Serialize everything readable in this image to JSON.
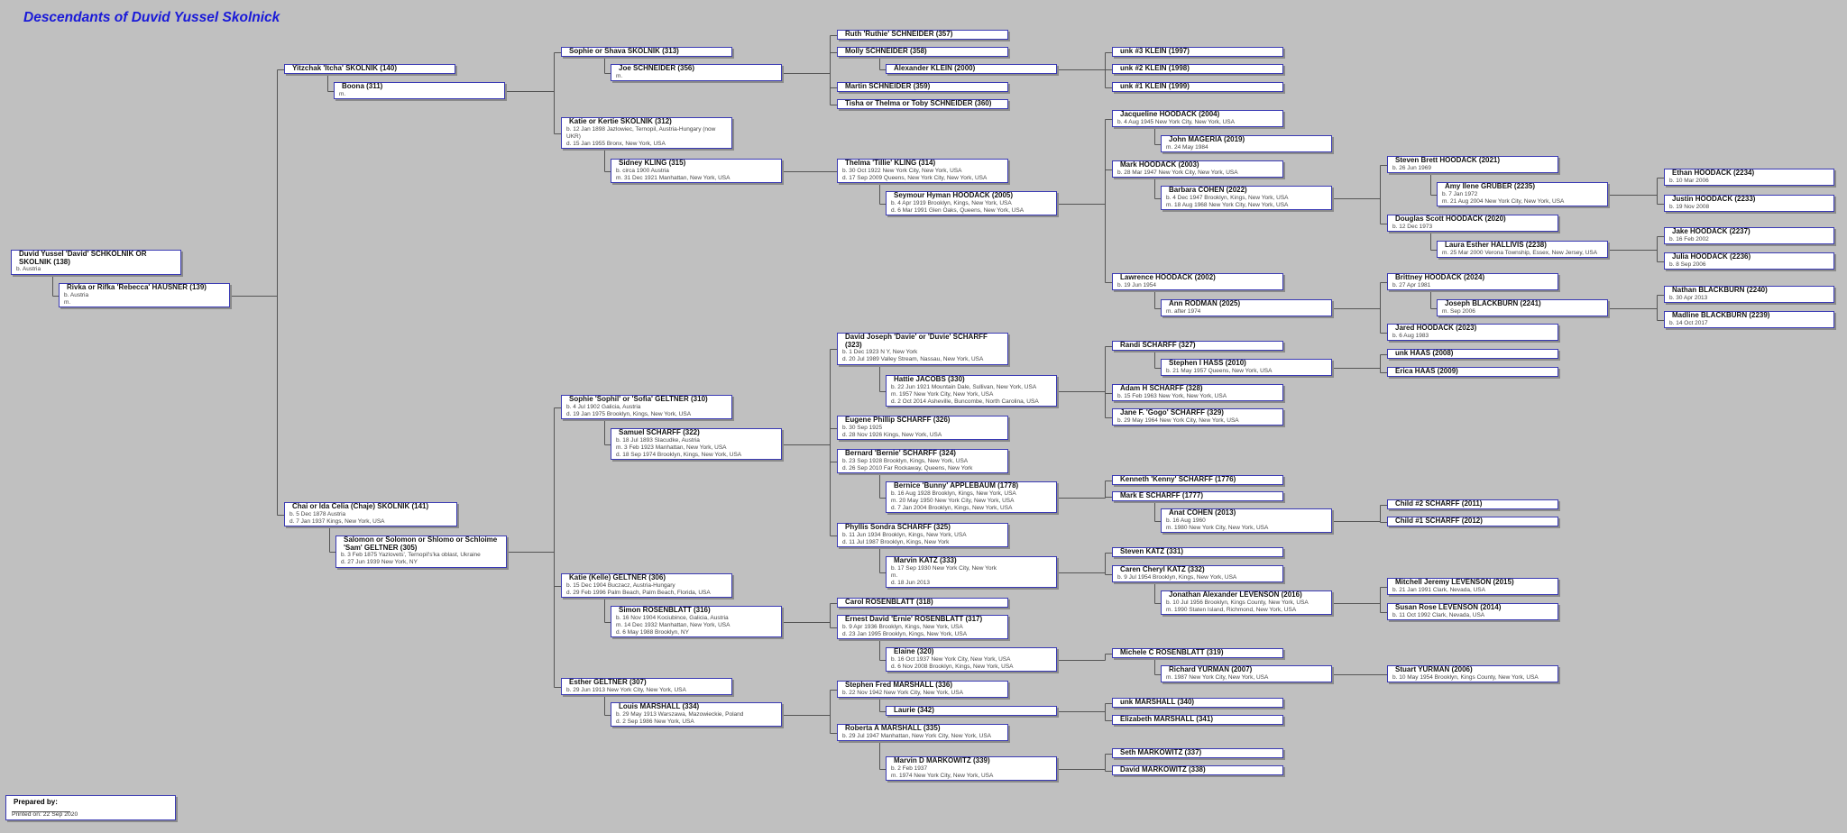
{
  "title": "Descendants of Duvid Yussel Skolnick",
  "colors": {
    "background": "#c0c0c0",
    "box_border": "#3a3ab4",
    "title": "#1a1ad8",
    "connector": "#555555"
  },
  "people": {
    "138": {
      "name": "Duvid Yussel 'David' SCHKOLNIK OR SKOLNIK (138)",
      "details": [
        "b. Austria"
      ]
    },
    "139": {
      "name": "Rivka or Rifka 'Rebecca' HAUSNER (139)",
      "details": [
        "b. Austria",
        "m."
      ]
    },
    "140": {
      "name": "Yitzchak 'Itcha' SKOLNIK (140)",
      "details": []
    },
    "311": {
      "name": "Boona (311)",
      "details": [
        "m."
      ]
    },
    "141": {
      "name": "Chai or Ida Celia (Chaje) SKOLNIK (141)",
      "details": [
        "b. 5 Dec 1878 Austria",
        "d. 7 Jan 1937 Kings, New York, USA"
      ]
    },
    "305": {
      "name": "Salomon or Solomon or Shlomo or Schloime 'Sam' GELTNER (305)",
      "details": [
        "b. 3 Feb 1875 Yazlovets', Ternopil's'ka oblast, Ukraine",
        "d. 27 Jun 1939 New York, NY"
      ]
    },
    "313": {
      "name": "Sophie or Shava SKOLNIK (313)",
      "details": []
    },
    "356": {
      "name": "Joe SCHNEIDER (356)",
      "details": [
        "m."
      ]
    },
    "312": {
      "name": "Katie or Kertie SKOLNIK (312)",
      "details": [
        "b. 12 Jan 1898 Jazlowiec, Ternopil, Austria-Hungary (now UKR)",
        "d. 15 Jan 1955 Bronx, New York, USA"
      ]
    },
    "315": {
      "name": "Sidney KLING (315)",
      "details": [
        "b. circa 1900 Austria",
        "m. 31 Dec 1921 Manhattan, New York, USA"
      ]
    },
    "310": {
      "name": "Sophie 'Sophil' or 'Sofia' GELTNER (310)",
      "details": [
        "b. 4 Jul 1902 Galicia, Austria",
        "d. 19 Jan 1975 Brooklyn, Kings, New York, USA"
      ]
    },
    "322": {
      "name": "Samuel SCHARFF (322)",
      "details": [
        "b. 18 Jul 1893 Slacudke, Austria",
        "m. 3 Feb 1923 Manhattan, New York, USA",
        "d. 18 Sep 1974 Brooklyn, Kings, New York, USA"
      ]
    },
    "306": {
      "name": "Katie (Kelle) GELTNER (306)",
      "details": [
        "b. 15 Dec 1904 Buczacz, Austria-Hungary",
        "d. 29 Feb 1996 Palm Beach, Palm Beach, Florida, USA"
      ]
    },
    "316": {
      "name": "Simon ROSENBLATT (316)",
      "details": [
        "b. 16 Nov 1904 Kociubince, Galicia, Austria",
        "m. 14 Dec 1932 Manhattan, New York, USA",
        "d. 6 May 1988 Brooklyn, NY"
      ]
    },
    "307": {
      "name": "Esther GELTNER (307)",
      "details": [
        "b. 29 Jun 1913 New York City, New York, USA"
      ]
    },
    "334": {
      "name": "Louis MARSHALL (334)",
      "details": [
        "b. 29 May 1913 Warszawa, Mazowieckie, Poland",
        "d. 2 Sep 1986 New York, USA"
      ]
    },
    "357": {
      "name": "Ruth 'Ruthie' SCHNEIDER (357)",
      "details": []
    },
    "358": {
      "name": "Molly SCHNEIDER (358)",
      "details": []
    },
    "2000": {
      "name": "Alexander KLEIN (2000)",
      "details": []
    },
    "359": {
      "name": "Martin SCHNEIDER (359)",
      "details": []
    },
    "360": {
      "name": "Tisha or Thelma or Toby SCHNEIDER (360)",
      "details": []
    },
    "314": {
      "name": "Thelma 'Tillie' KLING (314)",
      "details": [
        "b. 30 Oct 1922 New York City, New York, USA",
        "d. 17 Sep 2009 Queens, New York City, New York, USA"
      ]
    },
    "2005": {
      "name": "Seymour Hyman HOODACK (2005)",
      "details": [
        "b. 4 Apr 1919 Brooklyn, Kings, New York, USA",
        "d. 6 Mar 1991 Glen Oaks, Queens, New York, USA"
      ]
    },
    "323": {
      "name": "David Joseph 'Davie' or 'Duvie' SCHARFF (323)",
      "details": [
        "b. 1 Dec 1923 N Y, New York",
        "d. 20 Jul 1989 Valley Stream, Nassau, New York, USA"
      ]
    },
    "330": {
      "name": "Hattie JACOBS (330)",
      "details": [
        "b. 22 Jun 1921 Mountain Dale, Sullivan, New York, USA",
        "m. 1957 New York City, New York, USA",
        "d. 2 Oct 2014 Asheville, Buncombe, North Carolina, USA"
      ]
    },
    "326": {
      "name": "Eugene Phillip SCHARFF (326)",
      "details": [
        "b. 30 Sep 1925",
        "d. 28 Nov 1926 Kings, New York, USA"
      ]
    },
    "324": {
      "name": "Bernard 'Bernie' SCHARFF (324)",
      "details": [
        "b. 23 Sep 1928 Brooklyn, Kings, New York, USA",
        "d. 26 Sep 2010 Far Rockaway, Queens, New York"
      ]
    },
    "1778": {
      "name": "Bernice 'Bunny' APPLEBAUM (1778)",
      "details": [
        "b. 16 Aug 1928 Brooklyn, Kings, New York, USA",
        "m. 20 May 1950 New York City, New York, USA",
        "d. 7 Jan 2004 Brooklyn, Kings, New York, USA"
      ]
    },
    "325": {
      "name": "Phyllis Sondra SCHARFF (325)",
      "details": [
        "b. 11 Jun 1934 Brooklyn, Kings, New York, USA",
        "d. 11 Jul 1987 Brooklyn, Kings, New York"
      ]
    },
    "333": {
      "name": "Marvin KATZ (333)",
      "details": [
        "b. 17 Sep 1930 New York City, New York",
        "m.",
        "d. 18 Jun 2013"
      ]
    },
    "318": {
      "name": "Carol ROSENBLATT (318)",
      "details": []
    },
    "317": {
      "name": "Ernest David 'Ernie' ROSENBLATT (317)",
      "details": [
        "b. 9 Apr 1936 Brooklyn, Kings, New York, USA",
        "d. 23 Jan 1995 Brooklyn, Kings, New York, USA"
      ]
    },
    "320": {
      "name": "Elaine (320)",
      "details": [
        "b. 16 Oct 1937 New York City, New York, USA",
        "d. 6 Nov 2008 Brooklyn, Kings, New York, USA"
      ]
    },
    "336": {
      "name": "Stephen Fred MARSHALL (336)",
      "details": [
        "b. 22 Nov 1942 New York City, New York, USA"
      ]
    },
    "342": {
      "name": "Laurie (342)",
      "details": []
    },
    "335": {
      "name": "Roberta A MARSHALL (335)",
      "details": [
        "b. 29 Jul 1947 Manhattan, New York City, New York, USA"
      ]
    },
    "339": {
      "name": "Marvin D MARKOWITZ (339)",
      "details": [
        "b. 2 Feb 1937",
        "m. 1974 New York City, New York, USA"
      ]
    },
    "1997": {
      "name": "unk #3 KLEIN (1997)",
      "details": []
    },
    "1998": {
      "name": "unk #2 KLEIN (1998)",
      "details": []
    },
    "1999": {
      "name": "unk #1 KLEIN (1999)",
      "details": []
    },
    "2004": {
      "name": "Jacqueline HOODACK (2004)",
      "details": [
        "b. 4 Aug 1945 New York City, New York, USA"
      ]
    },
    "2019": {
      "name": "John MAGERIA (2019)",
      "details": [
        "m. 24 May 1984"
      ]
    },
    "2003": {
      "name": "Mark HOODACK (2003)",
      "details": [
        "b. 28 Mar 1947 New York City, New York, USA"
      ]
    },
    "2022": {
      "name": "Barbara COHEN (2022)",
      "details": [
        "b. 4 Dec 1947 Brooklyn, Kings, New York, USA",
        "m. 18 Aug 1968 New York City, New York, USA"
      ]
    },
    "2002": {
      "name": "Lawrence HOODACK (2002)",
      "details": [
        "b. 19 Jun 1954"
      ]
    },
    "2025": {
      "name": "Ann RODMAN (2025)",
      "details": [
        "m. after 1974"
      ]
    },
    "327": {
      "name": "Randi SCHARFF (327)",
      "details": []
    },
    "2010": {
      "name": "Stephen I HASS (2010)",
      "details": [
        "b. 21 May 1957 Queens, New York, USA"
      ]
    },
    "328": {
      "name": "Adam H SCHARFF (328)",
      "details": [
        "b. 15 Feb 1963 New York, New York, USA"
      ]
    },
    "329": {
      "name": "Jane F. 'Gogo' SCHARFF (329)",
      "details": [
        "b. 29 May 1964 New York City, New York, USA"
      ]
    },
    "1776": {
      "name": "Kenneth 'Kenny' SCHARFF (1776)",
      "details": []
    },
    "1777": {
      "name": "Mark E SCHARFF (1777)",
      "details": []
    },
    "2013": {
      "name": "Anat COHEN (2013)",
      "details": [
        "b. 16 Aug 1960",
        "m. 1980 New York City, New York, USA"
      ]
    },
    "331": {
      "name": "Steven KATZ (331)",
      "details": []
    },
    "332": {
      "name": "Caren Cheryl KATZ (332)",
      "details": [
        "b. 9 Jul 1954 Brooklyn, Kings, New York, USA"
      ]
    },
    "2016": {
      "name": "Jonathan Alexander LEVENSON (2016)",
      "details": [
        "b. 10 Jul 1956 Brooklyn, Kings County, New York, USA",
        "m. 1990 Staten Island, Richmond, New York, USA"
      ]
    },
    "319": {
      "name": "Michele C ROSENBLATT (319)",
      "details": []
    },
    "2007": {
      "name": "Richard YURMAN (2007)",
      "details": [
        "m. 1987 New York City, New York, USA"
      ]
    },
    "340": {
      "name": "unk MARSHALL (340)",
      "details": []
    },
    "341": {
      "name": "Elizabeth MARSHALL (341)",
      "details": []
    },
    "337": {
      "name": "Seth MARKOWITZ (337)",
      "details": []
    },
    "338": {
      "name": "David MARKOWITZ (338)",
      "details": []
    },
    "2021": {
      "name": "Steven Brett HOODACK (2021)",
      "details": [
        "b. 26 Jun 1969"
      ]
    },
    "2235": {
      "name": "Amy Ilene GRUBER (2235)",
      "details": [
        "b. 7 Jan 1972",
        "m. 21 Aug 2004 New York City, New York, USA"
      ]
    },
    "2020": {
      "name": "Douglas Scott HOODACK (2020)",
      "details": [
        "b. 12 Dec 1973"
      ]
    },
    "2238": {
      "name": "Laura Esther HALLIVIS (2238)",
      "details": [
        "m. 25 Mar 2000 Verona Township, Essex, New Jersey, USA"
      ]
    },
    "2024": {
      "name": "Brittney HOODACK (2024)",
      "details": [
        "b. 27 Apr 1981"
      ]
    },
    "2241": {
      "name": "Joseph BLACKBURN (2241)",
      "details": [
        "m. Sep 2006"
      ]
    },
    "2023": {
      "name": "Jared HOODACK (2023)",
      "details": [
        "b. 6 Aug 1983"
      ]
    },
    "2008": {
      "name": "unk HAAS (2008)",
      "details": []
    },
    "2009": {
      "name": "Erica HAAS (2009)",
      "details": []
    },
    "2011": {
      "name": "Child #2 SCHARFF (2011)",
      "details": []
    },
    "2012": {
      "name": "Child #1 SCHARFF (2012)",
      "details": []
    },
    "2015": {
      "name": "Mitchell Jeremy LEVENSON (2015)",
      "details": [
        "b. 21 Jan 1991 Clark, Nevada, USA"
      ]
    },
    "2014": {
      "name": "Susan Rose LEVENSON (2014)",
      "details": [
        "b. 11 Oct 1992 Clark, Nevada, USA"
      ]
    },
    "2006": {
      "name": "Stuart YURMAN (2006)",
      "details": [
        "b. 10 May 1954 Brooklyn, Kings County, New York, USA"
      ]
    },
    "2234": {
      "name": "Ethan HOODACK (2234)",
      "details": [
        "b. 10 Mar 2006"
      ]
    },
    "2233": {
      "name": "Justin HOODACK (2233)",
      "details": [
        "b. 19 Nov 2008"
      ]
    },
    "2237": {
      "name": "Jake HOODACK (2237)",
      "details": [
        "b. 16 Feb 2002"
      ]
    },
    "2236": {
      "name": "Julia HOODACK (2236)",
      "details": [
        "b. 8 Sep 2006"
      ]
    },
    "2240": {
      "name": "Nathan BLACKBURN (2240)",
      "details": [
        "b. 30 Apr 2013"
      ]
    },
    "2239": {
      "name": "Madline BLACKBURN (2239)",
      "details": [
        "b. 14 Oct 2017"
      ]
    }
  },
  "families": [
    {
      "partners": [
        "138",
        "139"
      ],
      "children": [
        "140",
        "141"
      ]
    },
    {
      "partners": [
        "140",
        "311"
      ],
      "children": [
        "313",
        "312"
      ]
    },
    {
      "partners": [
        "313",
        "356"
      ],
      "children": [
        "357",
        "358",
        "359",
        "360"
      ]
    },
    {
      "partners": [
        "358",
        "2000"
      ],
      "children": [
        "1997",
        "1998",
        "1999"
      ]
    },
    {
      "partners": [
        "312",
        "315"
      ],
      "children": [
        "314"
      ]
    },
    {
      "partners": [
        "314",
        "2005"
      ],
      "children": [
        "2004",
        "2003",
        "2002"
      ]
    },
    {
      "partners": [
        "2004",
        "2019"
      ],
      "children": []
    },
    {
      "partners": [
        "2003",
        "2022"
      ],
      "children": [
        "2021",
        "2020"
      ]
    },
    {
      "partners": [
        "2021",
        "2235"
      ],
      "children": [
        "2234",
        "2233"
      ]
    },
    {
      "partners": [
        "2020",
        "2238"
      ],
      "children": [
        "2237",
        "2236"
      ]
    },
    {
      "partners": [
        "2002",
        "2025"
      ],
      "children": [
        "2024",
        "2023"
      ]
    },
    {
      "partners": [
        "2024",
        "2241"
      ],
      "children": [
        "2240",
        "2239"
      ]
    },
    {
      "partners": [
        "141",
        "305"
      ],
      "children": [
        "310",
        "306",
        "307"
      ]
    },
    {
      "partners": [
        "310",
        "322"
      ],
      "children": [
        "323",
        "326",
        "324",
        "325"
      ]
    },
    {
      "partners": [
        "323",
        "330"
      ],
      "children": [
        "327",
        "328",
        "329"
      ]
    },
    {
      "partners": [
        "327",
        "2010"
      ],
      "children": [
        "2008",
        "2009"
      ]
    },
    {
      "partners": [
        "324",
        "1778"
      ],
      "children": [
        "1776",
        "1777"
      ]
    },
    {
      "partners": [
        "1777",
        "2013"
      ],
      "children": [
        "2011",
        "2012"
      ]
    },
    {
      "partners": [
        "325",
        "333"
      ],
      "children": [
        "331",
        "332"
      ]
    },
    {
      "partners": [
        "332",
        "2016"
      ],
      "children": [
        "2015",
        "2014"
      ]
    },
    {
      "partners": [
        "306",
        "316"
      ],
      "children": [
        "318",
        "317"
      ]
    },
    {
      "partners": [
        "317",
        "320"
      ],
      "children": [
        "319"
      ]
    },
    {
      "partners": [
        "319",
        "2007"
      ],
      "children": [
        "2006"
      ]
    },
    {
      "partners": [
        "307",
        "334"
      ],
      "children": [
        "336",
        "335"
      ]
    },
    {
      "partners": [
        "336",
        "342"
      ],
      "children": [
        "340",
        "341"
      ]
    },
    {
      "partners": [
        "335",
        "339"
      ],
      "children": [
        "337",
        "338"
      ]
    }
  ],
  "footer": {
    "prepared_by_label": "Prepared by:",
    "printed_on": "Printed on: 22 Sep 2020"
  }
}
